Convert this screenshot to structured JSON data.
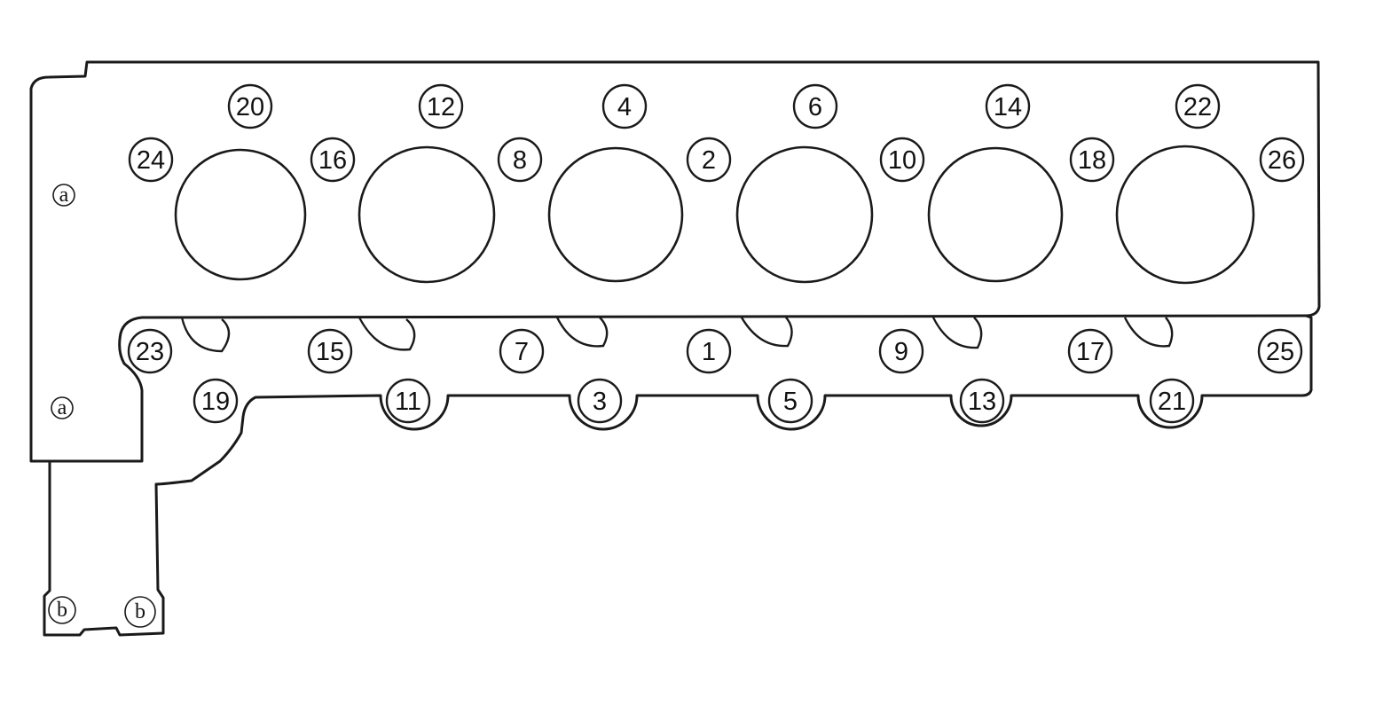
{
  "diagram": {
    "bolts": [
      "1",
      "2",
      "3",
      "4",
      "5",
      "6",
      "7",
      "8",
      "9",
      "10",
      "11",
      "12",
      "13",
      "14",
      "15",
      "16",
      "17",
      "18",
      "19",
      "20",
      "21",
      "22",
      "23",
      "24",
      "25",
      "26"
    ],
    "dowels": [
      "a",
      "a",
      "b",
      "b"
    ],
    "colors": {
      "line": "#1a1a1a",
      "background": "#ffffff"
    }
  }
}
